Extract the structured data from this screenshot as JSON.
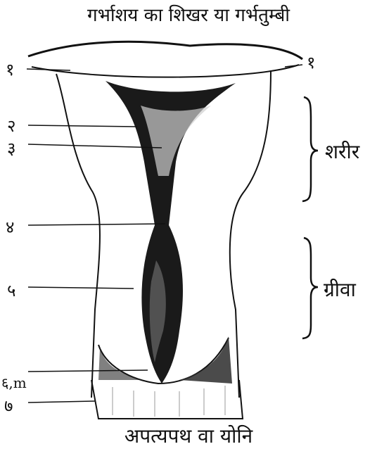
{
  "title": "गर्भाशय का शिखर या गर्भतुम्बी",
  "caption": "अपत्यपथ वा योनि",
  "numbers": {
    "n1_left": "१",
    "n1_right": "१",
    "n2": "२",
    "n3": "३",
    "n4": "४",
    "n5": "५",
    "n6": "६,m",
    "n7": "७"
  },
  "regions": {
    "body": "शरीर",
    "cervix": "ग्रीवा"
  }
}
